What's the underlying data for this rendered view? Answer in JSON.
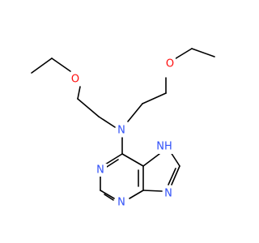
{
  "molecule": {
    "colors": {
      "bond": "#000000",
      "oxygen": "#ff0d0d",
      "nitrogen": "#3050f8"
    },
    "atoms": [
      {
        "id": "o1",
        "label": "O",
        "element": "oxygen"
      },
      {
        "id": "o2",
        "label": "O",
        "element": "oxygen"
      },
      {
        "id": "n_amine",
        "label": "N",
        "element": "nitrogen"
      },
      {
        "id": "n1",
        "label": "N",
        "element": "nitrogen"
      },
      {
        "id": "n3",
        "label": "N",
        "element": "nitrogen"
      },
      {
        "id": "n7",
        "label": "NH",
        "element": "nitrogen"
      },
      {
        "id": "n9",
        "label": "N",
        "element": "nitrogen"
      }
    ]
  }
}
